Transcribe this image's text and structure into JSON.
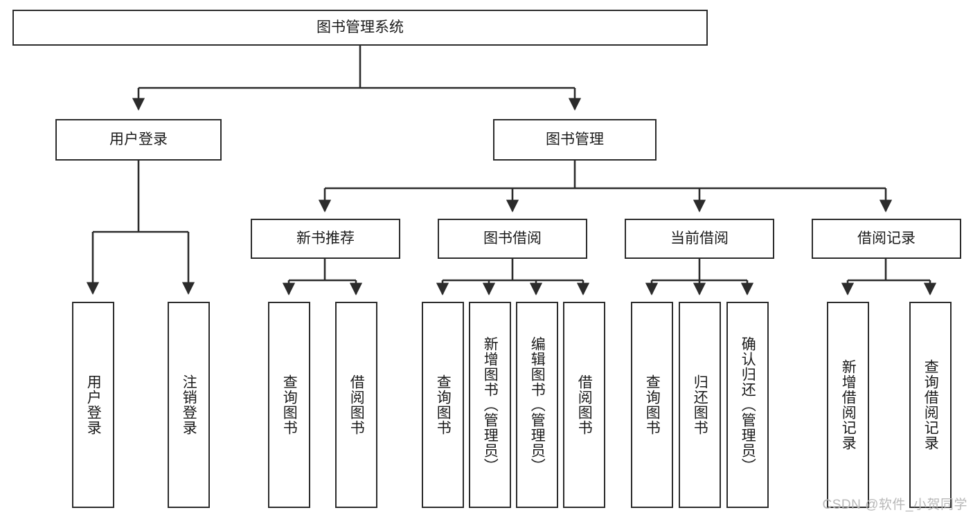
{
  "diagram": {
    "title": "图书管理系统",
    "style": {
      "line_color": "#2b2b2b",
      "box_border": "#2b2b2b",
      "box_fill": "#ffffff",
      "text_color": "#1a1a1a",
      "watermark_color": "#b8b8b8"
    },
    "root": {
      "label": "图书管理系统"
    },
    "level1": [
      {
        "label": "用户登录"
      },
      {
        "label": "图书管理"
      }
    ],
    "level2": [
      {
        "label": "新书推荐"
      },
      {
        "label": "图书借阅"
      },
      {
        "label": "当前借阅"
      },
      {
        "label": "借阅记录"
      }
    ],
    "leaves": {
      "user_login": [
        {
          "label": "用户登录"
        },
        {
          "label": "注销登录"
        }
      ],
      "new_book": [
        {
          "label": "查询图书"
        },
        {
          "label": "借阅图书"
        }
      ],
      "borrow_book": [
        {
          "label": "查询图书"
        },
        {
          "label": "新增图书（管理员）"
        },
        {
          "label": "编辑图书（管理员）"
        },
        {
          "label": "借阅图书"
        }
      ],
      "current_borrow": [
        {
          "label": "查询图书"
        },
        {
          "label": "归还图书"
        },
        {
          "label": "确认归还（管理员）"
        }
      ],
      "borrow_record": [
        {
          "label": "新增借阅记录"
        },
        {
          "label": "查询借阅记录"
        }
      ]
    }
  },
  "watermark": {
    "text": "CSDN @软件_小贺同学"
  }
}
